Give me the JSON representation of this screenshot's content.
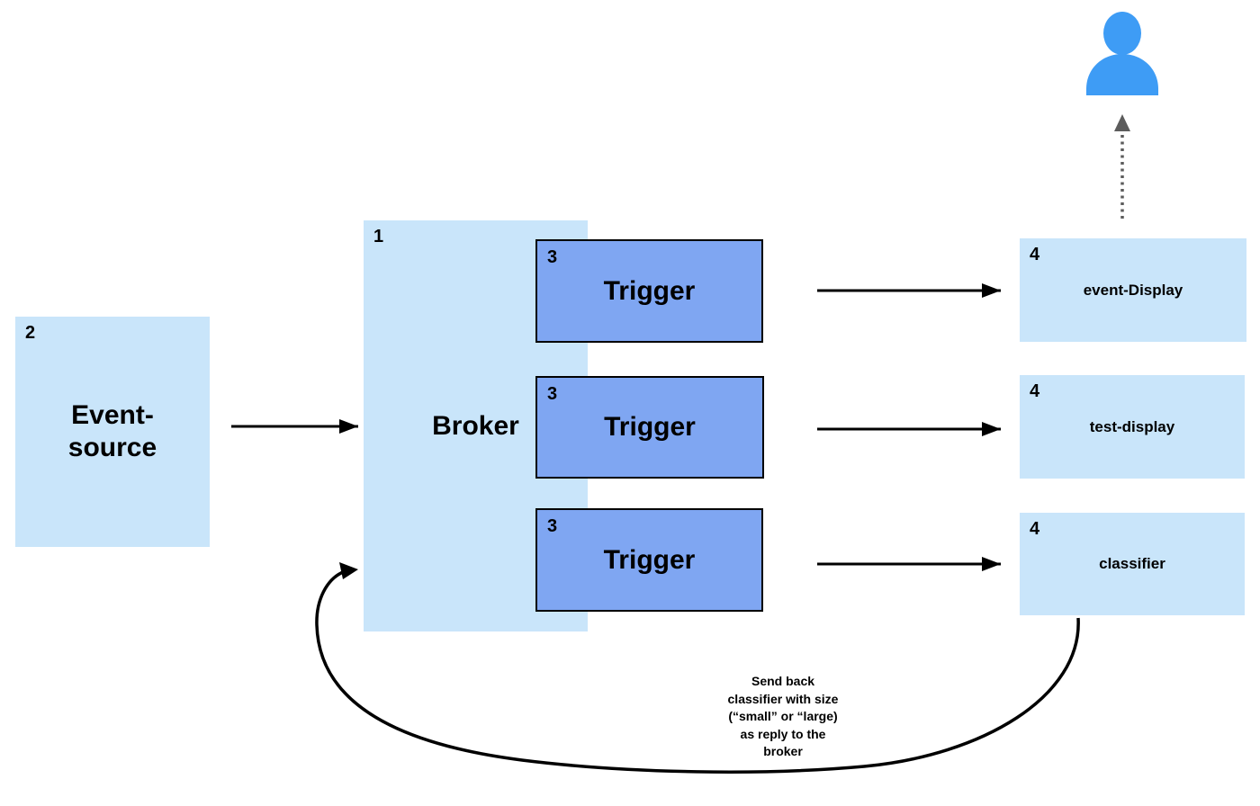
{
  "diagram": {
    "broker": {
      "number": "1",
      "label": "Broker"
    },
    "event_source": {
      "number": "2",
      "label": "Event-source",
      "label_lines": [
        "Event-",
        "source"
      ]
    },
    "triggers": [
      {
        "number": "3",
        "label": "Trigger"
      },
      {
        "number": "3",
        "label": "Trigger"
      },
      {
        "number": "3",
        "label": "Trigger"
      }
    ],
    "targets": [
      {
        "number": "4",
        "label": "event-Display"
      },
      {
        "number": "4",
        "label": "test-display"
      },
      {
        "number": "4",
        "label": "classifier"
      }
    ],
    "annotation": {
      "lines": [
        "Send back",
        "classifier with size",
        "(“small” or “large)",
        "as reply to the",
        "broker"
      ]
    },
    "icons": {
      "person": "person-icon"
    },
    "colors": {
      "box_light": "#C9E5FA",
      "box_trigger": "#7FA6F2",
      "person": "#3E9CF5",
      "arrow": "#000000",
      "dotted_arrow": "#5C5C5C"
    }
  }
}
